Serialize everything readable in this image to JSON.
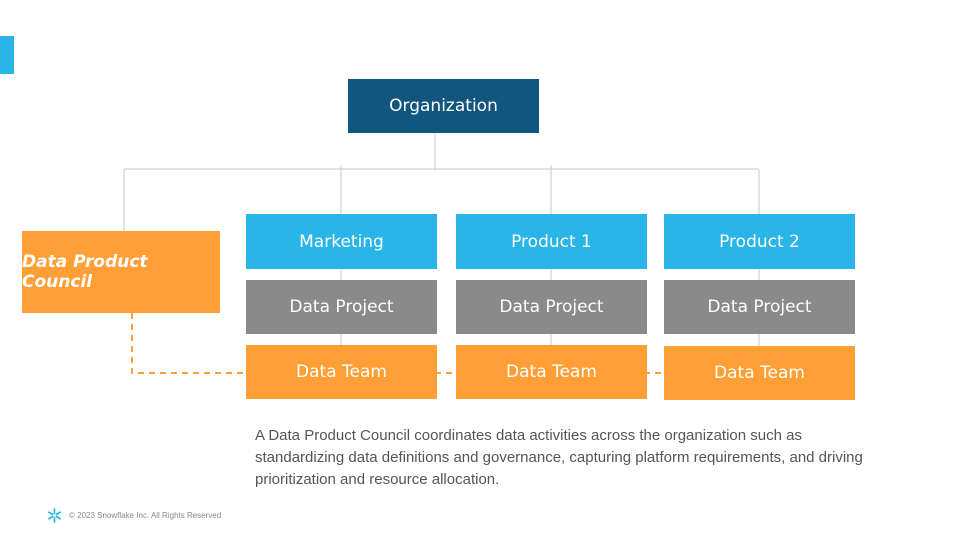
{
  "org": {
    "label": "Organization"
  },
  "council": {
    "label": "Data Product Council"
  },
  "columns": [
    {
      "header": "Marketing",
      "project": "Data Project",
      "team": "Data Team"
    },
    {
      "header": "Product 1",
      "project": "Data Project",
      "team": "Data Team"
    },
    {
      "header": "Product 2",
      "project": "Data Project",
      "team": "Data Team"
    }
  ],
  "description": "A Data Product Council coordinates data activities across the organization such as standardizing data definitions and governance, capturing platform requirements, and driving prioritization and resource allocation.",
  "footer": {
    "copyright": "© 2023 Snowflake Inc. All Rights Reserved",
    "logo_icon": "snowflake-icon"
  },
  "colors": {
    "navy": "#11567f",
    "blue": "#29b5e8",
    "gray": "#8a8a8a",
    "orange": "#ff9f36",
    "connector": "#c8c8c8",
    "text": "#555555"
  }
}
